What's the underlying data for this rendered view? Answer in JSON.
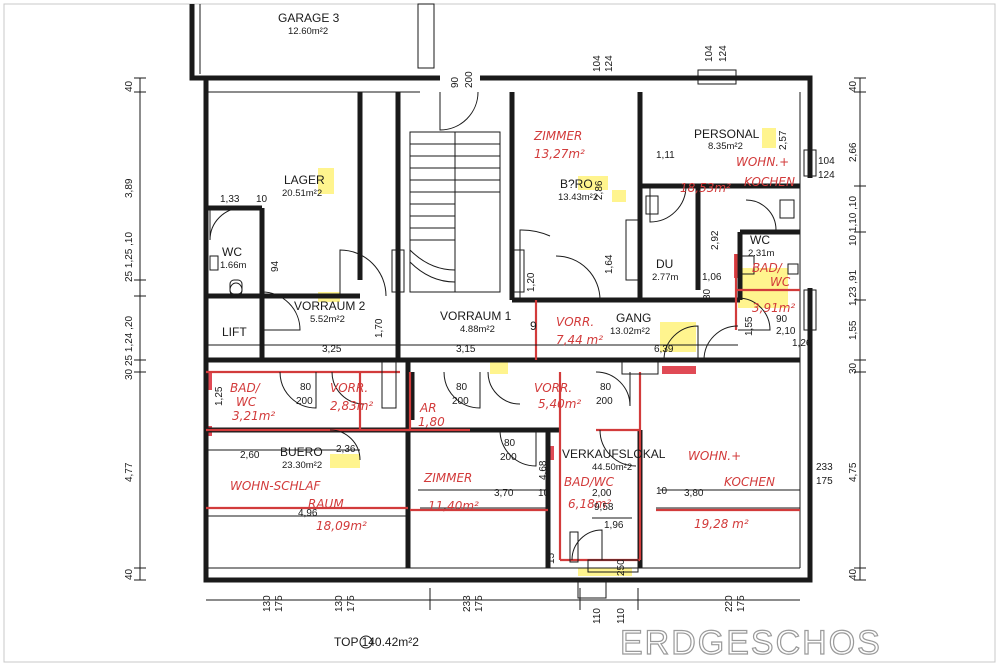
{
  "plan_title": "ERDGESCHOS",
  "total_area": "TOP 140.42m²2",
  "rooms": {
    "garage": {
      "name": "GARAGE 3",
      "area": "12.60m²2"
    },
    "lager": {
      "name": "LAGER",
      "area": "20.51m²2"
    },
    "wc_left": {
      "name": "WC",
      "area": "1.66m"
    },
    "lift": {
      "name": "LIFT"
    },
    "vorraum2": {
      "name": "VORRAUM 2",
      "area": "5.52m²2"
    },
    "vorraum1": {
      "name": "VORRAUM 1",
      "area": "4.88m²2"
    },
    "buero_top": {
      "name": "B?RO",
      "area": "13.43m²2"
    },
    "personal": {
      "name": "PERSONAL",
      "area": "8.35m²2"
    },
    "du": {
      "name": "DU",
      "area": "2.77m"
    },
    "wc_right": {
      "name": "WC",
      "area": "2.31m"
    },
    "gang": {
      "name": "GANG",
      "area": "13.02m²2"
    },
    "buero_bottom": {
      "name": "BUERO",
      "area": "23.30m²2"
    },
    "verkaufslokal": {
      "name": "VERKAUFSLOKAL",
      "area": "44.50m²2"
    }
  },
  "handwritten": {
    "zimmer_top": "ZIMMER",
    "zimmer_top_area": "13,27m²",
    "wohn_kochen_top": "WOHN.+",
    "kochen_top": "KOCHEN",
    "wohn_kochen_top_area": "18,53m²",
    "bad_top": "BAD/",
    "wc_top": "WC",
    "bad_top_area": "3,91m²",
    "vorr_mid": "VORR.",
    "vorr_mid_area": "7,44 m²",
    "bad_wc_left": "BAD/",
    "bad_wc_left_2": "WC",
    "bad_wc_left_area": "3,21m²",
    "vorr_left": "VORR.",
    "vorr_left_area": "2,83m²",
    "ar": "AR",
    "ar_area": "1,80",
    "vorr_center": "VORR.",
    "vorr_center_area": "5,40m²",
    "wohn_schlaf": "WOHN-SCHLAF",
    "raum": "RAUM",
    "wohn_schlaf_area": "18,09m²",
    "zimmer_bottom": "ZIMMER",
    "zimmer_bottom_area": "11,40m²",
    "bad_wc_bottom": "BAD/WC",
    "bad_wc_bottom_area": "6,18m²",
    "wohn_kochen_bottom": "WOHN.+",
    "kochen_bottom": "KOCHEN",
    "wohn_kochen_bottom_area": "19,28 m²",
    "small_1": "2,00",
    "small_2": "1,96",
    "dim_3_70": "3,70",
    "dim_3_80": "3,80",
    "dim_2_00": "2,00",
    "dim_10_a": "10",
    "dim_10_b": "10"
  },
  "dimensions": {
    "left_col": [
      "40",
      "3,89",
      "25 1,25 ,10",
      "25 1,24 ,20",
      "30",
      "4,77",
      "40"
    ],
    "right_col": [
      "40",
      "2,66",
      "10 1,10 ,10",
      "1,23 ,91",
      "1,55",
      "30",
      "4,75",
      "40"
    ],
    "top": {
      "d90": "90",
      "d200": "200",
      "d104a": "104",
      "d124a": "124",
      "d104b": "104",
      "d124b": "124",
      "d257": "2,57",
      "d111": "1,11",
      "d286": "2,86",
      "d292": "2,92",
      "d104c": "104",
      "d124c": "124",
      "d133": "1,33",
      "d10": "10"
    },
    "mid": {
      "d94": "94",
      "d170": "1,70",
      "d325": "3,25",
      "d315": "3,15",
      "d9": "9",
      "d639": "6,39",
      "d120": "1,20",
      "d164": "1,64",
      "d106": "1,06",
      "d80": "80",
      "d90b": "90",
      "d155": "1,55",
      "d210": "2,10",
      "d126": "1,26"
    },
    "lower": {
      "d260": "2,60",
      "d236": "2,36",
      "d496": "4,96",
      "d468": "4,68",
      "d958": "9,58",
      "d233": "233",
      "d175": "175",
      "d125": "1,25"
    },
    "bottom": {
      "b130a": "130",
      "b175a": "175",
      "b130b": "130",
      "b175b": "175",
      "b233": "233",
      "b175c": "175",
      "b110a": "110",
      "b110b": "110",
      "b220": "220",
      "b175d": "175",
      "b15": "15",
      "b250": "250"
    },
    "door_pairs": [
      "80",
      "200",
      "80",
      "200",
      "80",
      "200",
      "80",
      "200"
    ]
  }
}
